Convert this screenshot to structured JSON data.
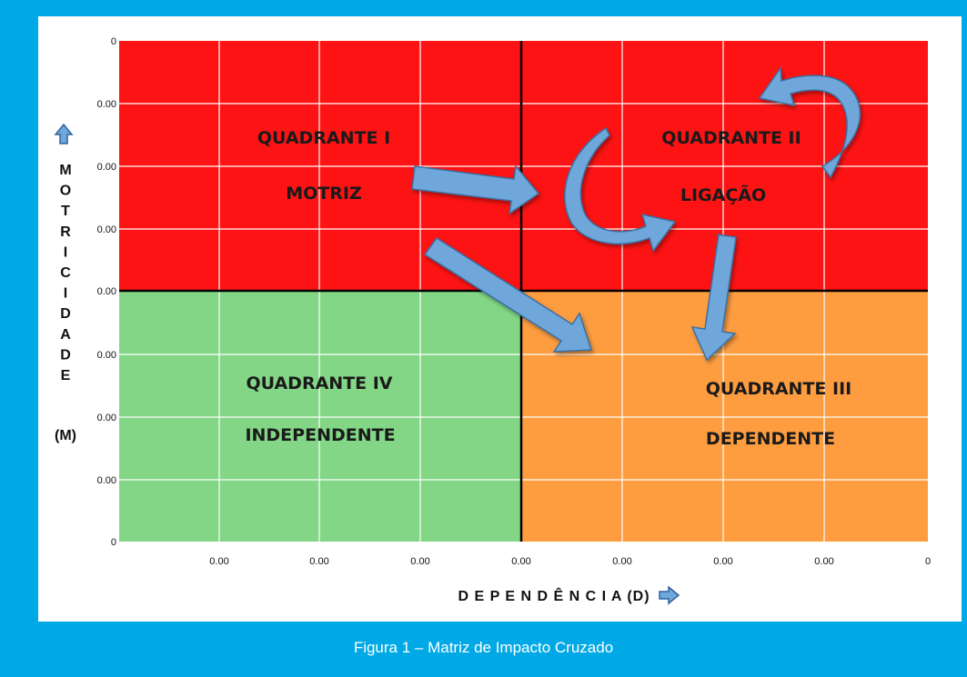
{
  "colors": {
    "q1": "#fd1313",
    "q2": "#fd1313",
    "q3": "#fd9d40",
    "q4": "#82d685",
    "arrow_fill": "#6fa7da",
    "arrow_stroke": "#3b6fa3",
    "frame": "#00a9e6"
  },
  "chart_data": {
    "type": "quadrant-matrix",
    "y_ticks": [
      "0",
      "0.00",
      "0.00",
      "0.00",
      "0.00",
      "0.00",
      "0.00",
      "0.00",
      "0"
    ],
    "x_ticks": [
      "0.00",
      "0.00",
      "0.00",
      "0.00",
      "0.00",
      "0.00",
      "0.00",
      "0"
    ],
    "y_axis": {
      "icon": "up-arrow-icon",
      "letters": [
        "M",
        "O",
        "T",
        "R",
        "I",
        "C",
        "I",
        "D",
        "A",
        "D",
        "E"
      ],
      "abbr": "(M)"
    },
    "x_axis": {
      "title": "D E P E N D Ê N C I A   (D)",
      "icon": "right-arrow-icon"
    },
    "quadrants": [
      {
        "id": "q1",
        "title": "QUADRANTE I",
        "subtitle": "MOTRIZ"
      },
      {
        "id": "q2",
        "title": "QUADRANTE II",
        "subtitle": "LIGAÇÃO"
      },
      {
        "id": "q3",
        "title": "QUADRANTE III",
        "subtitle": "DEPENDENTE"
      },
      {
        "id": "q4",
        "title": "QUADRANTE IV",
        "subtitle": "INDEPENDENTE"
      }
    ]
  },
  "caption": "Figura 1 – Matriz de Impacto Cruzado"
}
